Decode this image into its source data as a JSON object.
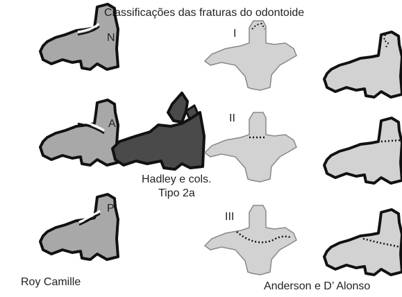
{
  "title": "Classificações das fraturas do odontoide",
  "roy_camille": {
    "caption": "Roy Camille",
    "labels": [
      "N",
      "A",
      "P"
    ]
  },
  "hadley": {
    "line1": "Hadley e cols.",
    "line2": "Tipo 2a"
  },
  "anderson": {
    "caption": "Anderson e D’ Alonso",
    "types": [
      "I",
      "II",
      "III"
    ]
  },
  "colors": {
    "outline": "#111111",
    "medium_fill": "#a8a8a8",
    "dark_fill": "#4a4a4a",
    "light_fill": "#d2d2d2"
  }
}
